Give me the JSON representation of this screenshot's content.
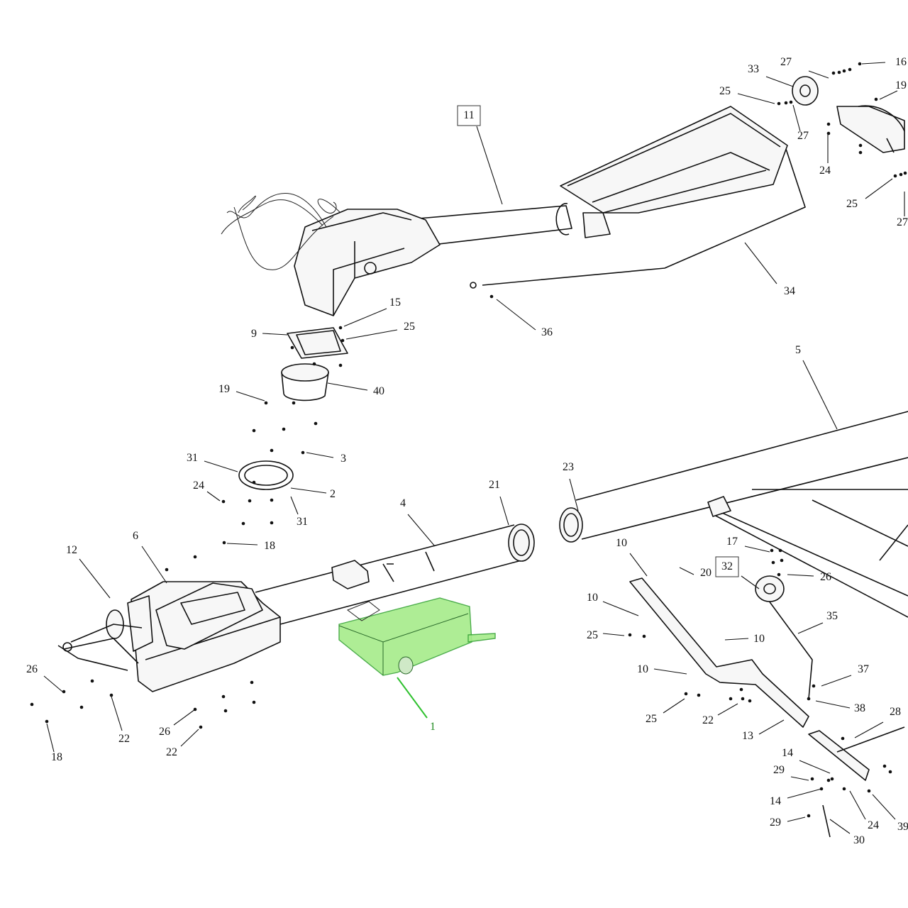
{
  "diagram": {
    "highlight_color": "#2fc12f",
    "highlighted_part": "1",
    "callouts": [
      {
        "id": "c27a",
        "label": "27"
      },
      {
        "id": "c16",
        "label": "16"
      },
      {
        "id": "c33",
        "label": "33"
      },
      {
        "id": "c19a",
        "label": "19"
      },
      {
        "id": "c25a",
        "label": "25"
      },
      {
        "id": "c27b",
        "label": "27"
      },
      {
        "id": "c24a",
        "label": "24"
      },
      {
        "id": "c25b",
        "label": "25"
      },
      {
        "id": "c27c",
        "label": "27"
      },
      {
        "id": "c11",
        "label": "11",
        "boxed": true
      },
      {
        "id": "c34",
        "label": "34"
      },
      {
        "id": "c36",
        "label": "36"
      },
      {
        "id": "c15",
        "label": "15"
      },
      {
        "id": "c9",
        "label": "9"
      },
      {
        "id": "c25c",
        "label": "25"
      },
      {
        "id": "c40",
        "label": "40"
      },
      {
        "id": "c19b",
        "label": "19"
      },
      {
        "id": "c5",
        "label": "5"
      },
      {
        "id": "c3",
        "label": "3"
      },
      {
        "id": "c31a",
        "label": "31"
      },
      {
        "id": "c2",
        "label": "2"
      },
      {
        "id": "c24b",
        "label": "24"
      },
      {
        "id": "c31b",
        "label": "31"
      },
      {
        "id": "c18a",
        "label": "18"
      },
      {
        "id": "c23",
        "label": "23"
      },
      {
        "id": "c21",
        "label": "21"
      },
      {
        "id": "c4",
        "label": "4"
      },
      {
        "id": "c12",
        "label": "12"
      },
      {
        "id": "c6",
        "label": "6"
      },
      {
        "id": "c10a",
        "label": "10"
      },
      {
        "id": "c17",
        "label": "17"
      },
      {
        "id": "c20",
        "label": "20"
      },
      {
        "id": "c32",
        "label": "32",
        "boxed": true
      },
      {
        "id": "c26a",
        "label": "26"
      },
      {
        "id": "c10b",
        "label": "10"
      },
      {
        "id": "c35",
        "label": "35"
      },
      {
        "id": "c25d",
        "label": "25"
      },
      {
        "id": "c10c",
        "label": "10"
      },
      {
        "id": "c10d",
        "label": "10"
      },
      {
        "id": "c37",
        "label": "37"
      },
      {
        "id": "c38",
        "label": "38"
      },
      {
        "id": "c25e",
        "label": "25"
      },
      {
        "id": "c22a",
        "label": "22"
      },
      {
        "id": "c28",
        "label": "28"
      },
      {
        "id": "c13",
        "label": "13"
      },
      {
        "id": "c14a",
        "label": "14"
      },
      {
        "id": "c29a",
        "label": "29"
      },
      {
        "id": "c14b",
        "label": "14"
      },
      {
        "id": "c24c",
        "label": "24"
      },
      {
        "id": "c39",
        "label": "39"
      },
      {
        "id": "c29b",
        "label": "29"
      },
      {
        "id": "c30",
        "label": "30"
      },
      {
        "id": "c26b",
        "label": "26"
      },
      {
        "id": "c22b",
        "label": "22"
      },
      {
        "id": "c26c",
        "label": "26"
      },
      {
        "id": "c22c",
        "label": "22"
      },
      {
        "id": "c18b",
        "label": "18"
      },
      {
        "id": "c1",
        "label": "1",
        "highlight": true
      }
    ]
  }
}
